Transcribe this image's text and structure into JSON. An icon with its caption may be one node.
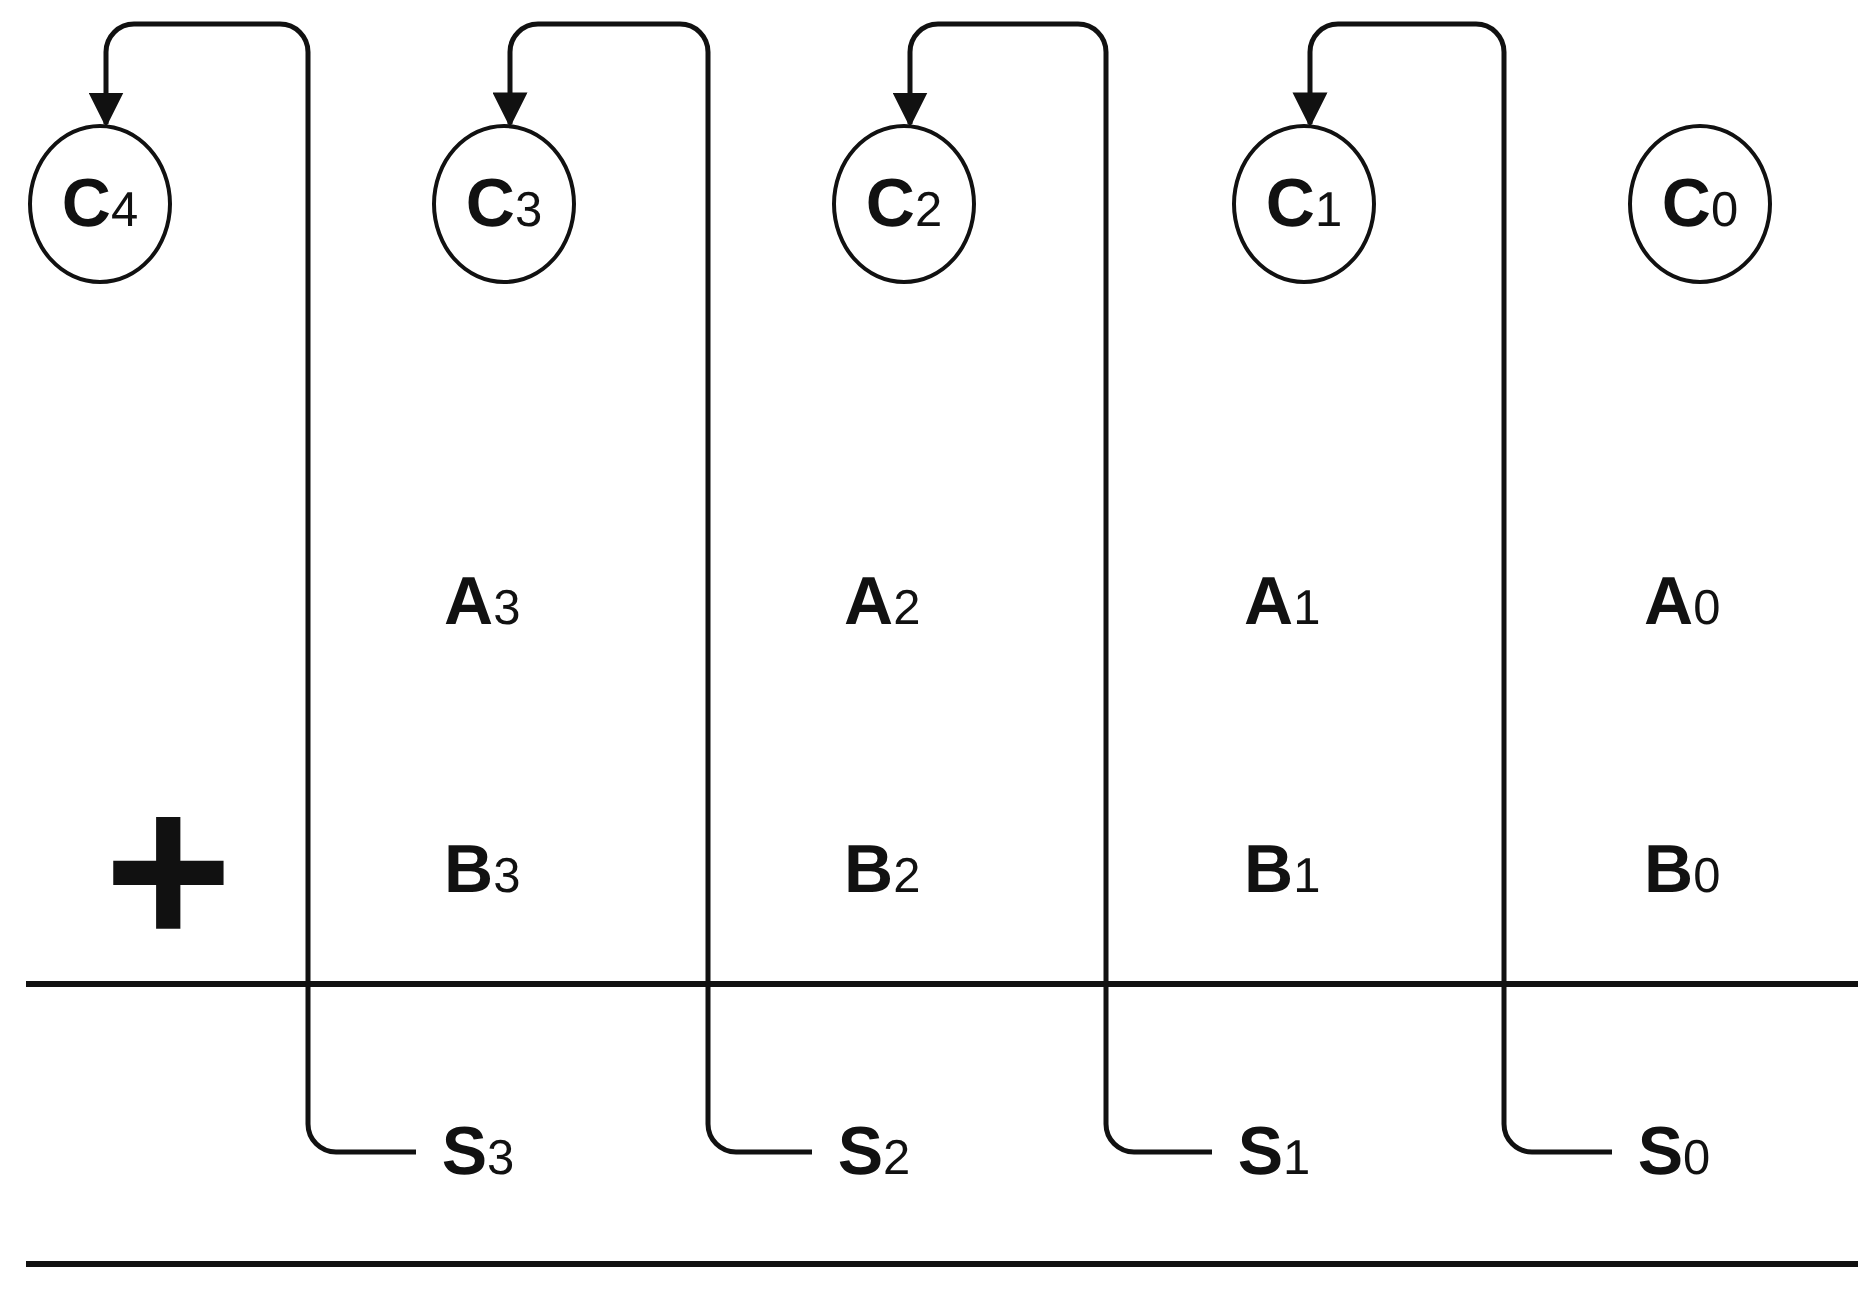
{
  "diagram": {
    "nodes": [
      {
        "text": [
          "C$_{4}$"
        ]
      },
      {
        "text": [
          "C$_{3}$"
        ]
      },
      {
        "text": [
          "C$_{2}$"
        ]
      },
      {
        "text": [
          "C$_{1}$"
        ]
      },
      {
        "text": [
          "C$_{0}$"
        ]
      },
      {
        "text": [
          "S$_{3}$"
        ]
      },
      {
        "text": [
          "S$_{2}$"
        ]
      },
      {
        "text": [
          "S$_{1}$"
        ]
      },
      {
        "text": [
          "S$_{0}$"
        ]
      }
    ],
    "edges": [
      {
        "from": 5,
        "to": 0,
        "arrow": "to"
      },
      {
        "from": 6,
        "to": 1,
        "arrow": "to"
      },
      {
        "from": 7,
        "to": 2,
        "arrow": "to"
      },
      {
        "from": 8,
        "to": 3,
        "arrow": "to"
      }
    ],
    "labels": [
      "A$_{3}$",
      "A$_{2}$",
      "A$_{1}$",
      "A$_{0}$",
      "+",
      "B$_{3}$",
      "B$_{2}$",
      "B$_{1}$",
      "B$_{0}$"
    ]
  }
}
